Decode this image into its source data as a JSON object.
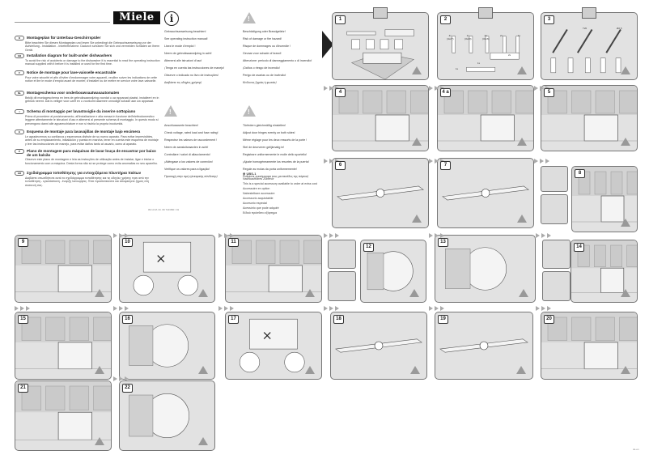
{
  "brand": "Miele",
  "languages": [
    {
      "code": "D",
      "title": "Montageplan für Unterbau-Geschirrspüler",
      "text": "Bitte beachten Sie diesen Montageplan und lesen Sie unbedingt die Gebrauchsanweisung vor der Aufstellung - Installation - Inbetriebnahme. Dadurch schützen Sie sich und vermeiden Schäden an Ihrem Gerät."
    },
    {
      "code": "GB",
      "title": "Installation diagram for built-under dishwashers",
      "text": "To avoid the risk of accidents or damage to the dishwasher it is essential to read the operating instruction manual supplied with it before it is installed or used for the first time."
    },
    {
      "code": "F",
      "title": "Notice de montage pour lave-vaisselle encastrable",
      "text": "Pour votre sécurité et afin d'éviter d'endommager votre appareil, veuillez suivre les indications de cette notice et lire le mode d'emploi avant de monter, d'installer ou de mettre en service votre lave-vaisselle."
    },
    {
      "code": "NL",
      "title": "Montageschema voor onderbouwvaatwasautomaten",
      "text": "Bekijk dit montageschema en lees de gebruiksaanwijzing voordat u uw apparaat plaatst, installeert en in gebruik neemt. Dat is veiliger voor uzelf en u voorkomt daarmee onnodige schade aan uw apparaat."
    },
    {
      "code": "I",
      "title": "Schema di montaggio per lavastoviglie da inserire sottopiano",
      "text": "Prima di procedere al posizionamento, all'installazione e alla messa in funzione dell'elettrodomestico leggere attentamente le istruzioni d'uso e attenersi al presente schema di montaggio. In questo modo si prevengono danni alle apparecchiature e non si rischia la propria incolumità."
    },
    {
      "code": "E",
      "title": "Esquema de montaje para lavavajillas de montaje bajo encimera",
      "text": "Le agradecemos su confianza y esperamos disfrute de su nuevo aparato. Para evitar imprevisibles, antes de su emplazamiento, instalación y puesta en marcha, tener en cuenta este esquema de montaje y leer las instrucciones de manejo, para evitar daños tanto al usuario, como al aparato."
    },
    {
      "code": "P",
      "title": "Plano de montagem para máquinas de lavar louça de encastrar por baixo de um balcão",
      "text": "Observe este plano de montagem e leia as instruções de utilização antes de instalar, ligar e iniciar o funcionamento com a máquina. Desta forma não só se protege como evita anomalias no seu aparelho."
    },
    {
      "code": "GR",
      "title": "Σχεδιάγραμμα τοποθέτησης για εντοιχιζόμενα πλυντήρια πιάτων",
      "text": "Διαβάστε οπωσδήποτε αυτό το σχεδιάγραμμα τοποθέτησης και τις οδηγίες χρήσης πριν από την τοποθέτηση - εγκατάσταση - έναρξη λειτουργίας. Έτσι προστατεύεστε και αποφεύγετε ζημιές στη συσκευή σας."
    }
  ],
  "notes": {
    "info": [
      "Gebrauchsanweisung beachten!",
      "See operating instruction manual!",
      "Lisez le mode d'emploi !",
      "Neem de gebruiksaanwijzing in acht!",
      "Attenersi alle istruzioni d'uso!",
      "¡Tenga en cuenta las instrucciones de manejo!",
      "Observe o indicado no livro de instruções!",
      "Διαβάστε τις οδηγίες χρήσης!"
    ],
    "damage": [
      "Beschädigung oder Brandgefahr!",
      "Risk of damage or fire hazard!",
      "Risque de dommages ou d'incendie !",
      "Gevaar voor schade of brand!",
      "Attenzione: pericolo di danneggiamento o di incendio!",
      "¡Daños o riesgo de incendio!",
      "Perigo de avarias ou de incêndio!",
      "Κίνδυνος ζημιάς ή φωτιάς!"
    ],
    "connection": [
      "Anschlusswerte beachten!",
      "Check voltage, rated load and fuse rating!",
      "Respectez les valeurs de raccordement !",
      "Neem de aansluitwaarden in acht!",
      "Controllare i valori di allacciamento!",
      "¡Atiéngase a los valores de conexión!",
      "Verifique os valores para a ligação!",
      "Προσοχή στην τιμή ηλεκτρικής σύνδεσης!"
    ],
    "door": [
      "Türfedern gleichmäßig einstellen!",
      "Adjust door hinges evenly on both sides!",
      "Même réglage pour les deux ressorts de la porte !",
      "Stel de deurveren gelijkmatig in!",
      "Registrare uniformemente le molle dello sportello!",
      "¡Ajuste homogéneamente los resortes de la puerta!",
      "Regule as molas da porta uniformemente!",
      "Ρυθμίστε ομοιόμορφα τους μεντεσέδες της πόρτας!"
    ]
  },
  "accessory": {
    "name": "UBS-1",
    "items": [
      "Nachkaufbares Zubehör",
      "This is a special accessory available to order at extra cost",
      "Accessoire en option",
      "Nabestelbare accessoire",
      "Accessorio acquistabile",
      "Accesorio especial",
      "Acessório que pode adquirir",
      "Ειδικό πρόσθετο εξάρτημα"
    ]
  },
  "footer": "09.14  M.-Nr. 09 740 800 / 01",
  "page_number": "de-en",
  "panels": [
    "1",
    "2",
    "3",
    "4",
    "4 a",
    "5",
    "6",
    "7",
    "8",
    "9",
    "10",
    "11",
    "12",
    "13",
    "14",
    "15",
    "16",
    "17",
    "18",
    "19",
    "20",
    "21",
    "22"
  ],
  "parts": [
    {
      "qty": "4x",
      "size": "(4x27)"
    },
    {
      "qty": "1x",
      "size": "(3x20)"
    },
    {
      "qty": "2x",
      "size": "(3x16)"
    },
    {
      "qty": "2x",
      "size": ""
    },
    {
      "qty": "1x",
      "size": ""
    },
    {
      "qty": "2x",
      "size": ""
    },
    {
      "qty": "1x",
      "size": ""
    },
    {
      "qty": "1x",
      "size": ""
    }
  ],
  "tools": {
    "torx": "T20",
    "drill": "Ø2,5"
  },
  "colors": {
    "panel": "#e2e2e2",
    "border": "#777777",
    "ink": "#222222"
  }
}
